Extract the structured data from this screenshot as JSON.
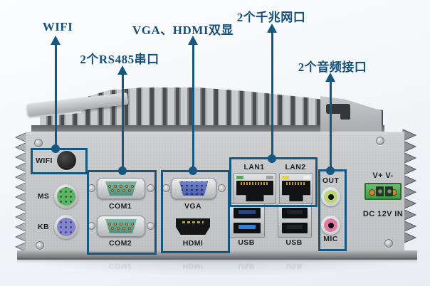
{
  "colors": {
    "accent": "#15577e",
    "label_text": "#14507a",
    "chassis": "#c6c7c9",
    "usb3_blue": "#2f7fd6",
    "audio_out_green": "#b9d673",
    "mic_pink": "#e07b9f",
    "power_green": "#4caf50",
    "com_teal": "#6aa897",
    "vga_blue": "#5a6cc0"
  },
  "callouts": [
    {
      "id": "wifi",
      "label": "WIFI"
    },
    {
      "id": "rs485",
      "label": "2个RS485串口"
    },
    {
      "id": "display",
      "label": "VGA、HDMI双显"
    },
    {
      "id": "lan",
      "label": "2个千兆网口"
    },
    {
      "id": "audio",
      "label": "2个音频接口"
    }
  ],
  "panel": {
    "wifi": "WIFI",
    "mouse": "MS",
    "keyboard": "KB",
    "com1": "COM1",
    "com2": "COM2",
    "vga": "VGA",
    "hdmi": "HDMI",
    "lan1": "LAN1",
    "lan2": "LAN2",
    "usb_a": "USB",
    "usb_b": "USB",
    "line_out": "OUT",
    "mic": "MIC",
    "power_pins": "V+ V-",
    "power_label": "DC 12V IN"
  },
  "reflection": {
    "com2": "COM2",
    "hdmi": "HDMI",
    "usb_a": "USB",
    "usb_b": "USB"
  }
}
